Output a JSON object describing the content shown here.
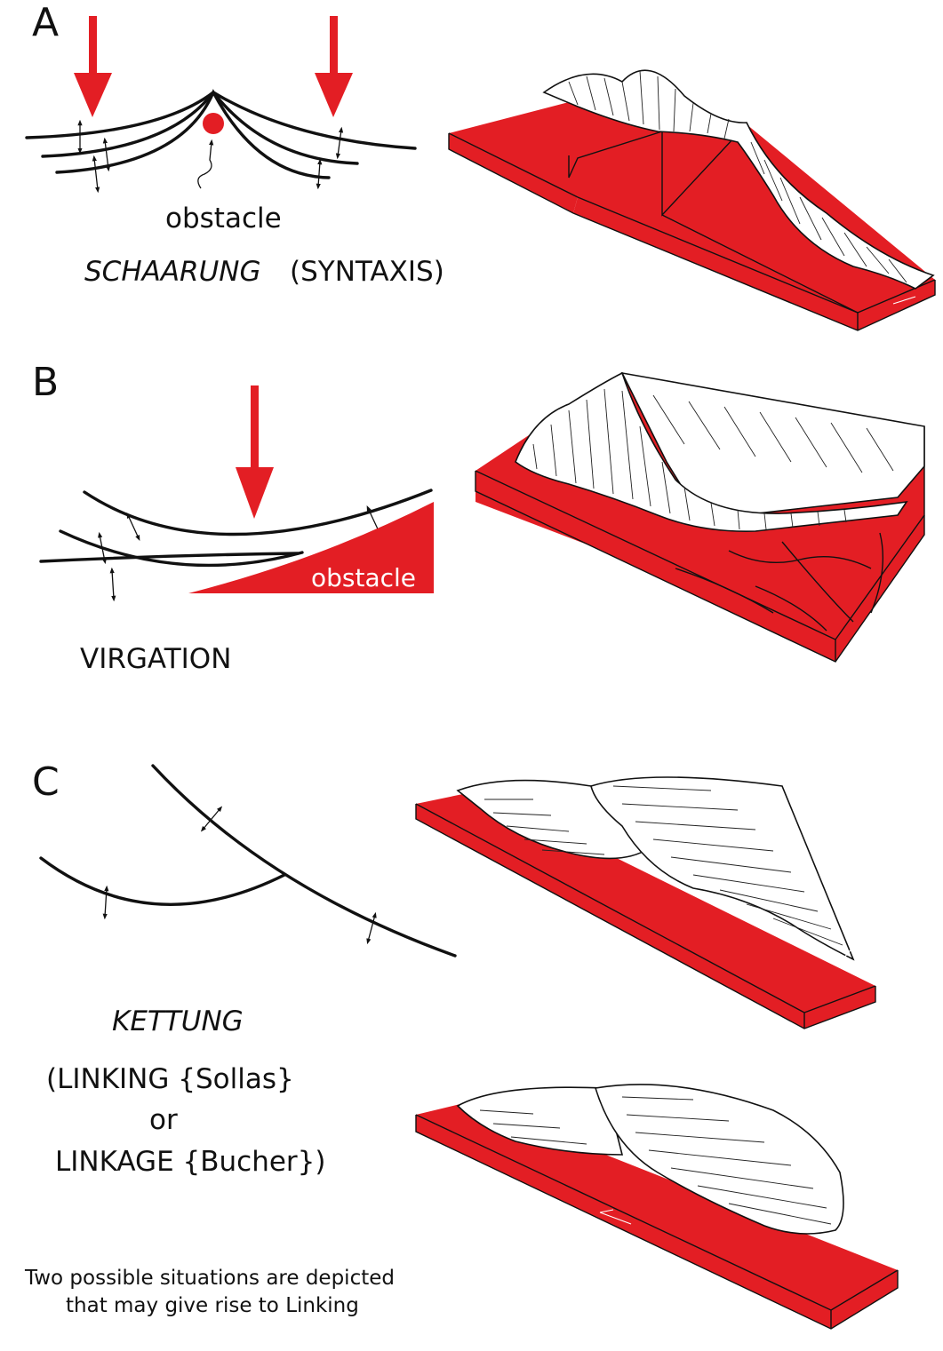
{
  "colors": {
    "accent": "#e31e24",
    "ink": "#111111",
    "paper": "#ffffff"
  },
  "panels": {
    "a": {
      "letter": "A",
      "obstacle_label": "obstacle",
      "term": "SCHAARUNG",
      "term_gloss": "(SYNTAXIS)"
    },
    "b": {
      "letter": "B",
      "obstacle_label": "obstacle",
      "term": "VIRGATION"
    },
    "c": {
      "letter": "C",
      "term": "KETTUNG",
      "gloss_line1": "(LINKING {Sollas}",
      "gloss_line2": "or",
      "gloss_line3": "LINKAGE {Bucher})",
      "note_line1": "Two possible situations are depicted",
      "note_line2": "that may give rise to Linking"
    }
  }
}
